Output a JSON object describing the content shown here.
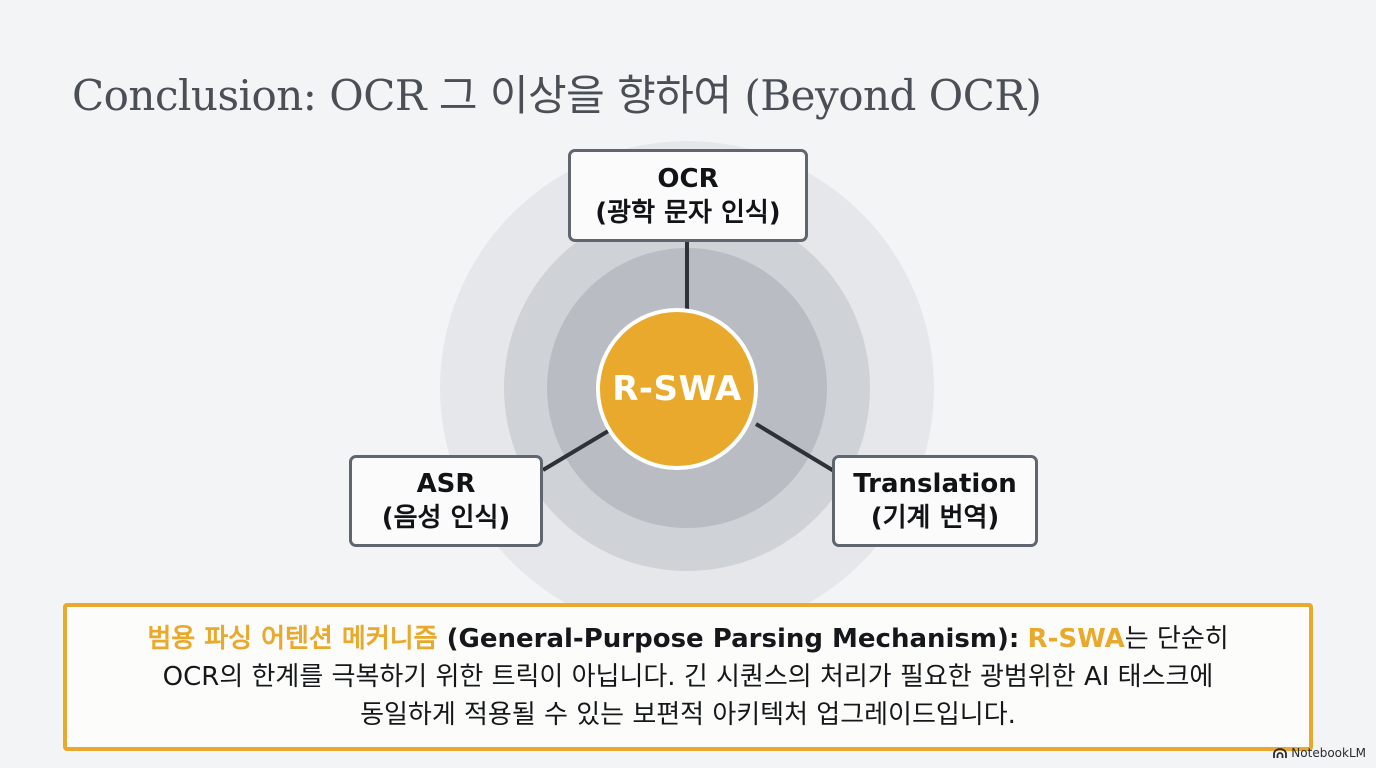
{
  "title": "Conclusion: OCR 그 이상을 향하여 (Beyond OCR)",
  "hub": {
    "label": "R-SWA"
  },
  "nodes": {
    "ocr": {
      "title": "OCR",
      "subtitle": "(광학 문자 인식)"
    },
    "asr": {
      "title": "ASR",
      "subtitle": "(음성 인식)"
    },
    "translation": {
      "title": "Translation",
      "subtitle": "(기계 번역)"
    }
  },
  "callout": {
    "highlight_ko": "범용 파싱 어텐션 메커니즘",
    "term_en": " (General-Purpose Parsing Mechanism):",
    "highlight_model": "R-SWA",
    "line1_rest": "는 단순히",
    "line2": "OCR의 한계를 극복하기 위한 트릭이 아닙니다. 긴 시퀀스의 처리가 필요한 광범위한 AI 태스크에",
    "line3": "동일하게 적용될 수 있는 보편적 아키텍처 업그레이드입니다."
  },
  "watermark": {
    "label": "NotebookLM",
    "icon": "notebooklm-logo-icon"
  },
  "colors": {
    "accent": "#E8A92C",
    "ring_outer": "#E6E7EA",
    "ring_middle": "#CFD2D7",
    "ring_inner": "#B9BDC3",
    "connector": "#2E3136",
    "node_border": "#5F6670"
  }
}
